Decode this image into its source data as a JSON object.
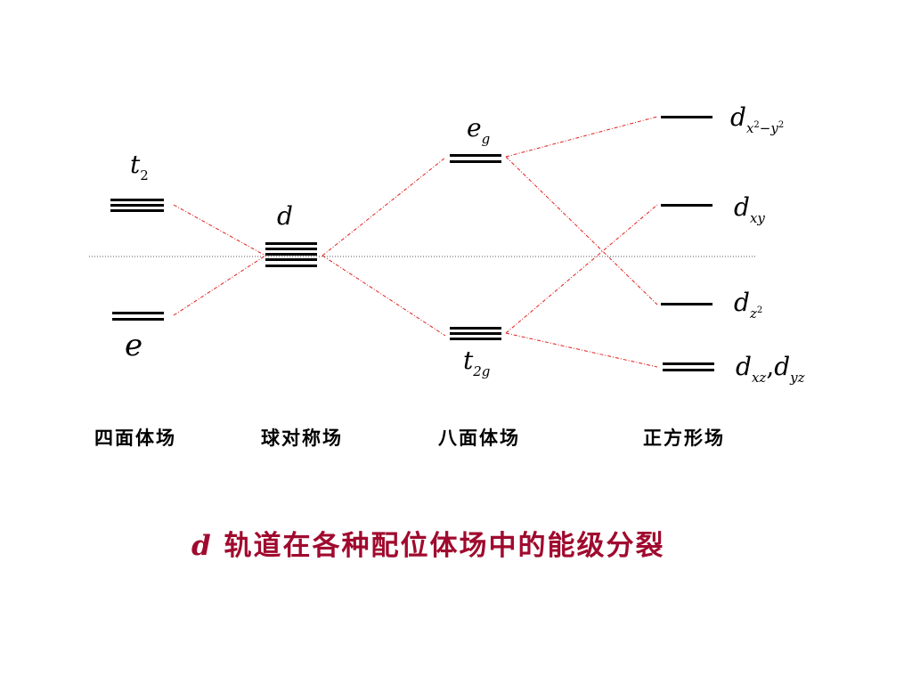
{
  "fields": {
    "tetrahedral": "四面体场",
    "spherical": "球对称场",
    "octahedral": "八面体场",
    "square_planar": "正方形场"
  },
  "labels": {
    "t2_main": "t",
    "t2_sub": "2",
    "e": "e",
    "d": "d",
    "eg_main": "e",
    "eg_sub": "g",
    "t2g_main": "t",
    "t2g_sub": "2g",
    "dx2y2_main": "d",
    "dx2y2_x": "x",
    "dx2y2_2a": "2",
    "dx2y2_minus": "−",
    "dx2y2_y": "y",
    "dx2y2_2b": "2",
    "dxy_main": "d",
    "dxy_sub": "xy",
    "dz2_main": "d",
    "dz2_sub": "z",
    "dz2_sup": "2",
    "dxz_main": "d",
    "dxz_sub": "xz",
    "comma": ",",
    "dyz_main": "d",
    "dyz_sub": "yz"
  },
  "title": {
    "d": "d",
    "text": " 轨道在各种配位体场中的能级分裂"
  },
  "colors": {
    "connector": "#e0201c",
    "title": "#a00a2e",
    "levels": "#000000",
    "baseline": "#555555"
  }
}
